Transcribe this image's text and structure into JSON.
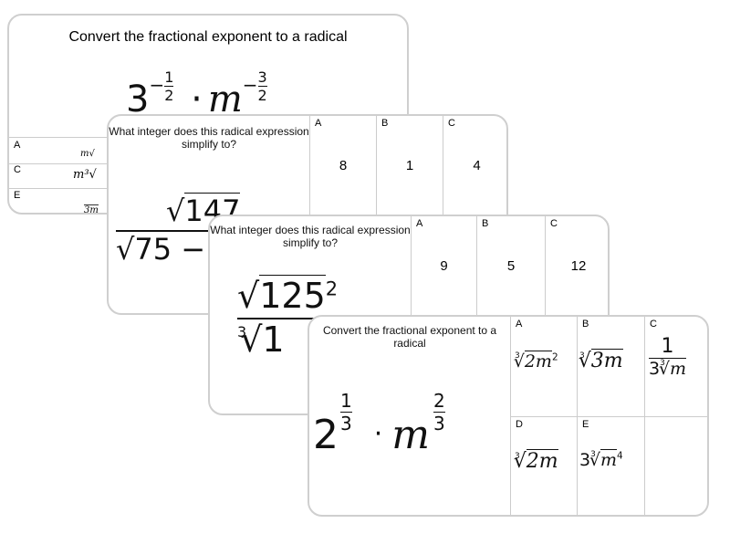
{
  "cards": [
    {
      "question": "Convert the fractional exponent to a radical",
      "base": "3",
      "base_exp_num": "1",
      "base_exp_den": "2",
      "exp_sign": "−",
      "var": "m",
      "var_exp_num": "3",
      "var_exp_den": "2",
      "options": [
        {
          "label": "A",
          "value": "m√"
        },
        {
          "label": "C",
          "value": "m³√"
        },
        {
          "label": "E",
          "value": "3m"
        }
      ]
    },
    {
      "question": "What integer does this radical expression simplify to?",
      "numerator": "147",
      "denominator": "75 −",
      "options": [
        {
          "label": "A",
          "value": "8"
        },
        {
          "label": "B",
          "value": "1"
        },
        {
          "label": "C",
          "value": "4"
        }
      ]
    },
    {
      "question": "What integer does this radical expression simplify to?",
      "numerator": "125",
      "numerator_exp": "2",
      "denominator_index": "3",
      "denominator": "1",
      "options": [
        {
          "label": "A",
          "value": "9"
        },
        {
          "label": "B",
          "value": "5"
        },
        {
          "label": "C",
          "value": "12"
        }
      ]
    },
    {
      "question": "Convert the fractional exponent to a radical",
      "base": "2",
      "base_exp_num": "1",
      "base_exp_den": "3",
      "var": "m",
      "var_exp_num": "2",
      "var_exp_den": "3",
      "options": [
        {
          "label": "A",
          "index": "3",
          "radicand": "2m",
          "exp": "2"
        },
        {
          "label": "B",
          "index": "3",
          "radicand": "3m"
        },
        {
          "label": "C",
          "numerator": "1",
          "coef": "3",
          "index": "3",
          "radicand": "m"
        },
        {
          "label": "D",
          "index": "3",
          "radicand": "2m"
        },
        {
          "label": "E",
          "coef": "3",
          "index": "3",
          "radicand": "m",
          "exp": "4"
        }
      ]
    }
  ]
}
